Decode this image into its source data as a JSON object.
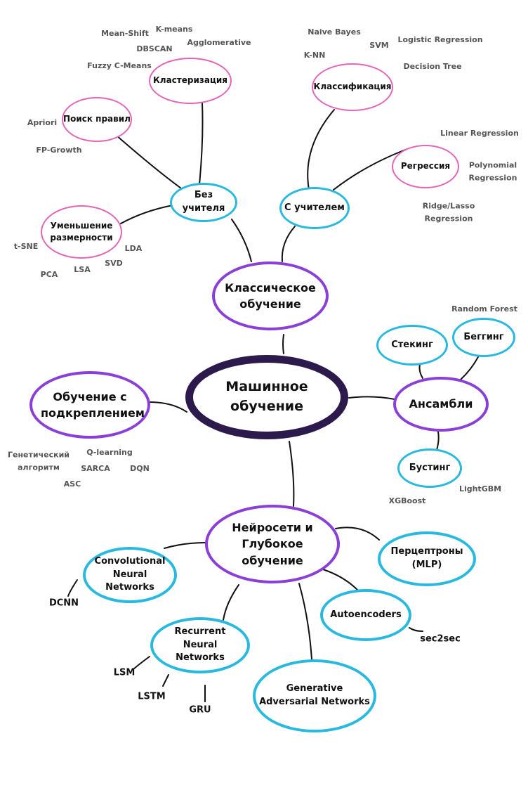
{
  "colors": {
    "center": "#2d1a4d",
    "purple": "#8a3fd6",
    "cyan": "#2ab9de",
    "pink": "#e266b7",
    "line": "#111111",
    "leaf": "#555555"
  },
  "center": {
    "label": "Машинное обучение"
  },
  "classic": {
    "label": "Классическое обучение",
    "unsupervised": {
      "label": "Без учителя",
      "clustering": {
        "label": "Кластеризация",
        "items": [
          "Mean-Shift",
          "K-means",
          "DBSCAN",
          "Agglomerative",
          "Fuzzy C-Means"
        ]
      },
      "rules": {
        "label": "Поиск правил",
        "items": [
          "Apriori",
          "FP-Growth"
        ]
      },
      "dimred": {
        "label": "Уменьшение размерности",
        "items": [
          "t-SNE",
          "LDA",
          "SVD",
          "LSA",
          "PCA"
        ]
      }
    },
    "supervised": {
      "label": "С учителем",
      "classification": {
        "label": "Классификация",
        "items": [
          "Naive Bayes",
          "SVM",
          "Logistic Regression",
          "K-NN",
          "Decision Tree"
        ]
      },
      "regression": {
        "label": "Регрессия",
        "items": [
          "Linear Regression",
          "Polynomial Regression",
          "Ridge/Lasso Regression"
        ]
      }
    }
  },
  "ensembles": {
    "label": "Ансамбли",
    "stacking": {
      "label": "Стекинг"
    },
    "bagging": {
      "label": "Беггинг",
      "items": [
        "Random Forest"
      ]
    },
    "boosting": {
      "label": "Бустинг",
      "items": [
        "XGBoost",
        "LightGBM"
      ]
    }
  },
  "reinforcement": {
    "label": "Обучение с подкреплением",
    "items": [
      "Генетический алгоритм",
      "Q-learning",
      "SARCA",
      "DQN",
      "ASC"
    ]
  },
  "deep": {
    "label": "Нейросети и Глубокое обучение",
    "cnn": {
      "label": "Convolutional Neural Networks",
      "items": [
        "DCNN"
      ]
    },
    "mlp": {
      "label": "Перцептроны (MLP)"
    },
    "autoencoders": {
      "label": "Autoencoders",
      "items": [
        "sec2sec"
      ]
    },
    "rnn": {
      "label": "Recurrent Neural Networks",
      "items": [
        "LSM",
        "LSTM",
        "GRU"
      ]
    },
    "gan": {
      "label": "Generative Adversarial Networks"
    }
  }
}
